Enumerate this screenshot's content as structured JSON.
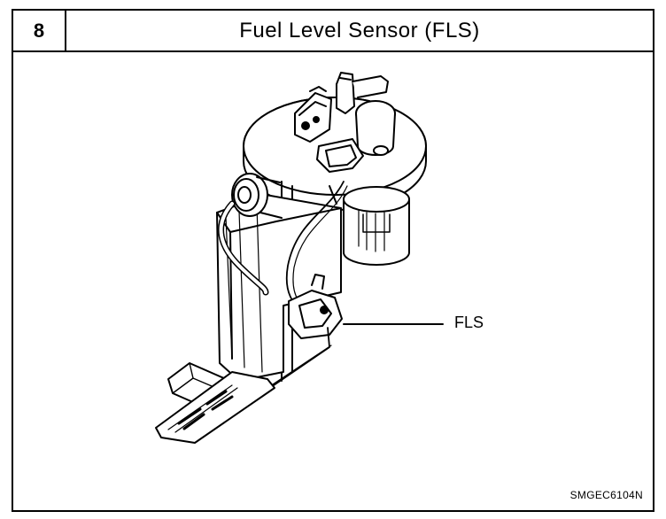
{
  "header": {
    "step_number": "8",
    "title": "Fuel Level Sensor (FLS)"
  },
  "diagram": {
    "callout_label": "FLS",
    "reference_code": "SMGEC6104N"
  }
}
